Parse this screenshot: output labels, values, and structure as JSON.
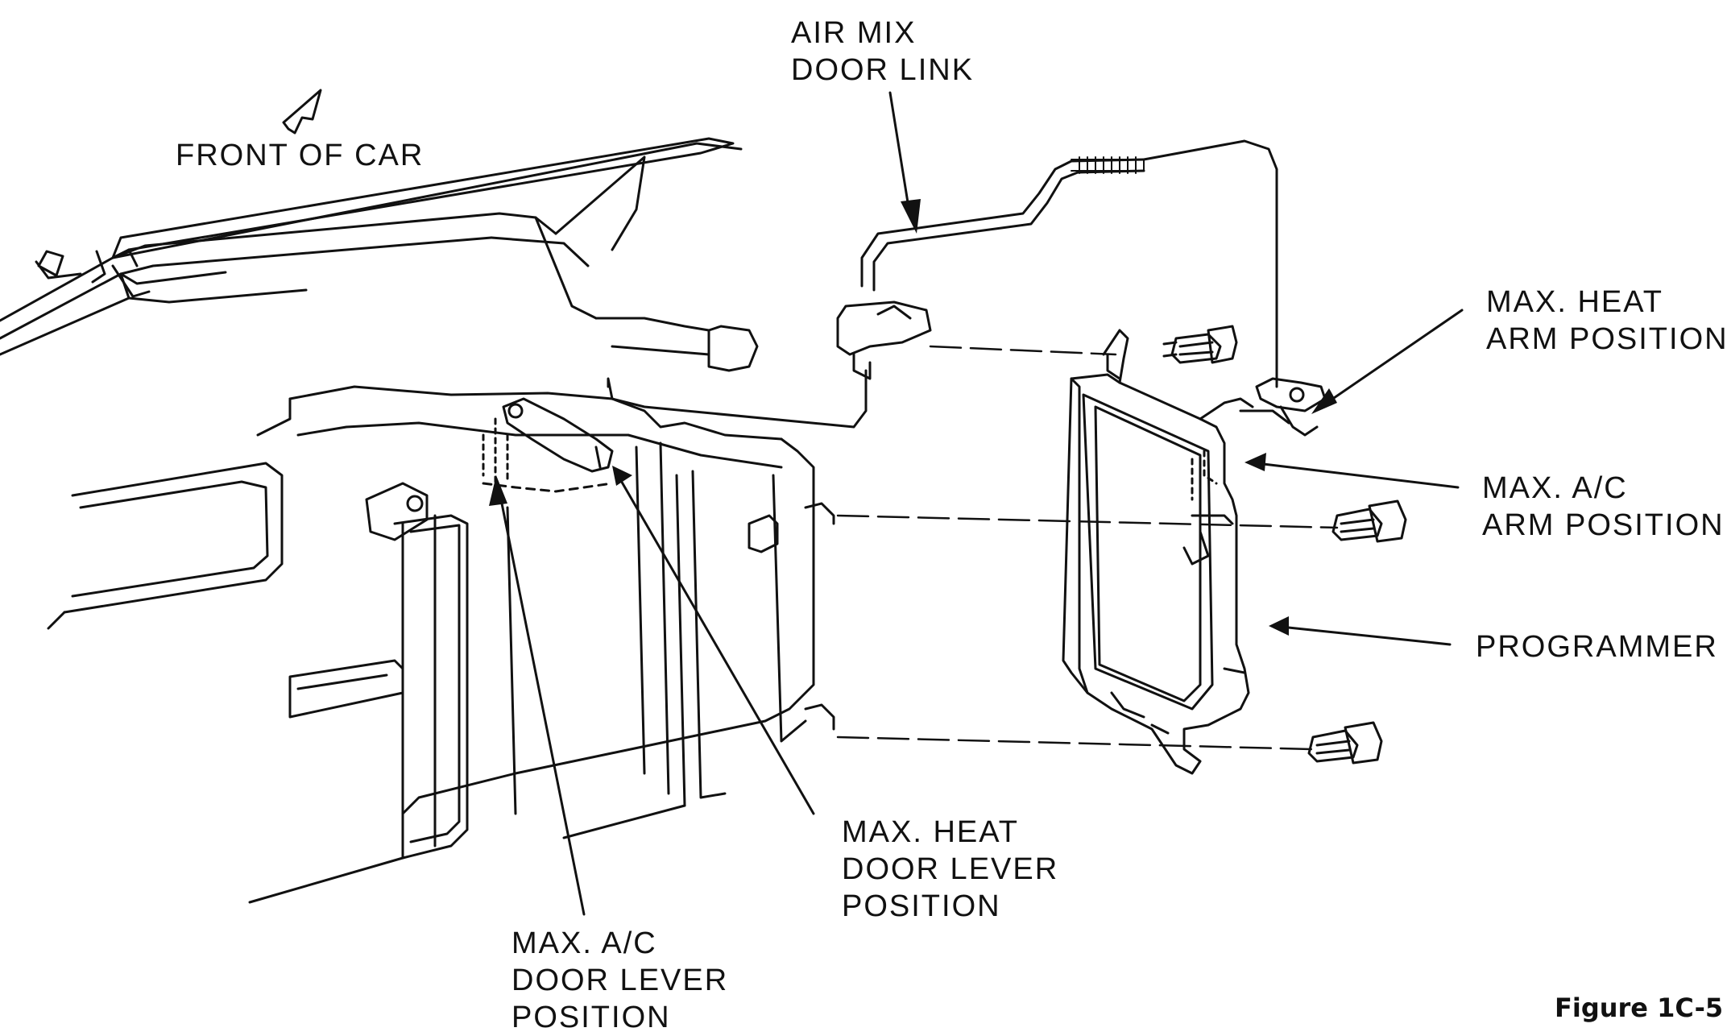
{
  "labels": {
    "air_mix_door_link": [
      "AIR MIX",
      "DOOR LINK"
    ],
    "front_of_car": [
      "FRONT OF CAR"
    ],
    "max_heat_arm_position": [
      "MAX. HEAT",
      "ARM POSITION"
    ],
    "max_ac_arm_position": [
      "MAX. A/C",
      "ARM POSITION"
    ],
    "programmer": [
      "PROGRAMMER"
    ],
    "max_heat_door_lever_position": [
      "MAX. HEAT",
      "DOOR LEVER",
      "POSITION"
    ],
    "max_ac_door_lever_position": [
      "MAX. A/C",
      "DOOR LEVER",
      "POSITION"
    ]
  },
  "figure_caption": "Figure 1C-5",
  "colors": {
    "line": "#111111",
    "background": "#ffffff"
  },
  "icons": [
    "front-direction-arrow-icon"
  ]
}
